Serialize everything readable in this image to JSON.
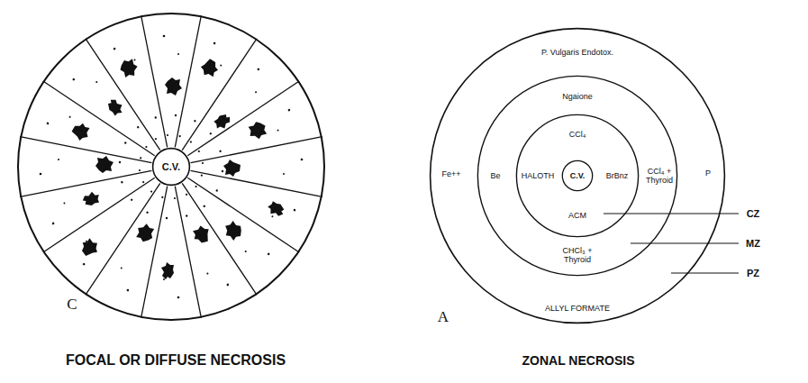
{
  "diagram": {
    "nodes": [
      {
        "text": []
      },
      {
        "text": [
          "C.V."
        ],
        "in": 0
      },
      {
        "text": [
          "P. Vulgaris Endotox.",
          "Fe++",
          "P",
          "ALLYL FORMATE"
        ]
      },
      {
        "text": [
          "Ngaione",
          "Be",
          "CCl₄ + Thyroid",
          "CHCl₃ + Thyroid"
        ],
        "in": 2
      },
      {
        "text": [
          "CCl₄",
          "HALOTH",
          "BrBnz",
          "ACM"
        ],
        "in": 3
      },
      {
        "text": [
          "C.V."
        ],
        "in": 4
      }
    ],
    "labels": [
      "C",
      "FOCAL OR DIFFUSE NECROSIS",
      "CZ",
      "MZ",
      "PZ",
      "A",
      "ZONAL NECROSIS"
    ]
  }
}
